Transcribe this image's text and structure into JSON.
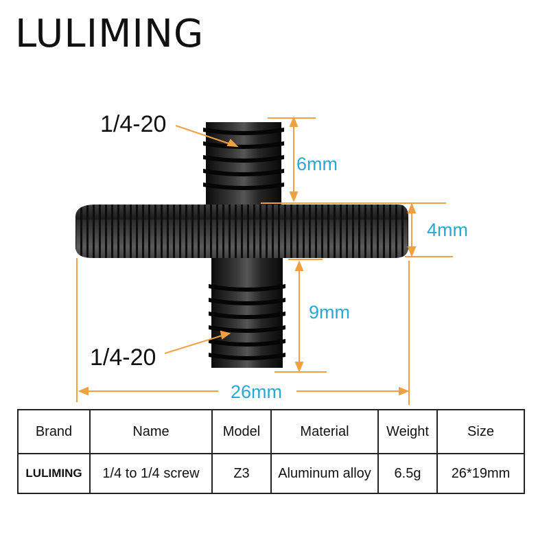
{
  "brand_title": "LULIMING",
  "thread_labels": {
    "top": "1/4-20",
    "bottom": "1/4-20"
  },
  "dimensions": {
    "top_thread_length": "6mm",
    "wheel_thickness": "4mm",
    "bottom_thread_length": "9mm",
    "wheel_diameter": "26mm"
  },
  "colors": {
    "dimension_line": "#f0a040",
    "dimension_text": "#29a8d6",
    "screw_body": "#1a1a1a"
  },
  "spec_table": {
    "headers": [
      "Brand",
      "Name",
      "Model",
      "Material",
      "Weight",
      "Size"
    ],
    "row": [
      "LULIMING",
      "1/4 to 1/4 screw",
      "Z3",
      "Aluminum alloy",
      "6.5g",
      "26*19mm"
    ]
  }
}
